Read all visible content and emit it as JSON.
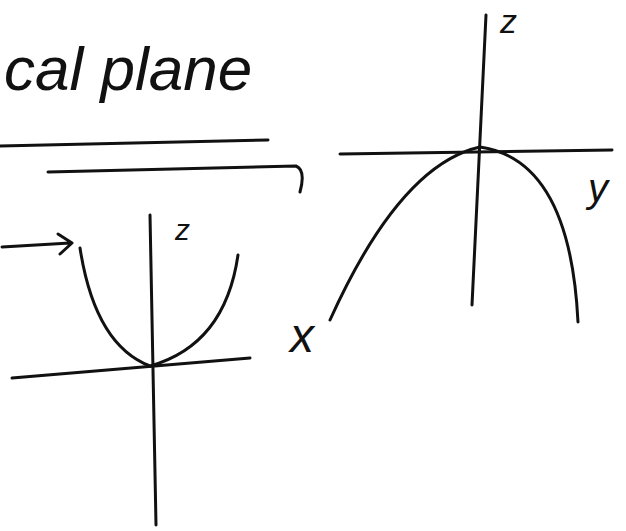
{
  "diagram": {
    "labels": [
      "cal plane",
      "z",
      "z",
      "y",
      "x"
    ]
  }
}
